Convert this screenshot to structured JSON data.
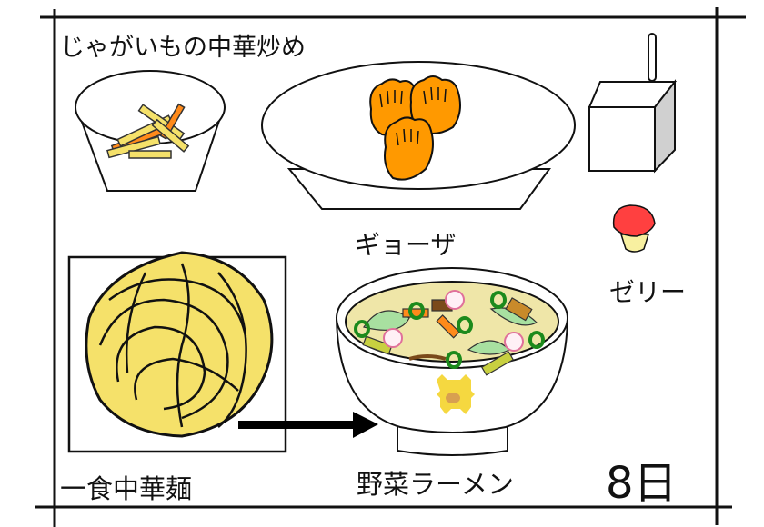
{
  "menu": {
    "side_dish": "じゃがいもの中華炒め",
    "gyoza": "ギョーザ",
    "jelly": "ゼリー",
    "noodles": "一食中華麺",
    "ramen": "野菜ラーメン",
    "date": "8日"
  },
  "colors": {
    "gyoza": "#ff9900",
    "noodle": "#f5e16a",
    "jelly_top": "#ff4040",
    "jelly_cup": "#f8f0a0",
    "carton_side": "#d0d0d0"
  }
}
